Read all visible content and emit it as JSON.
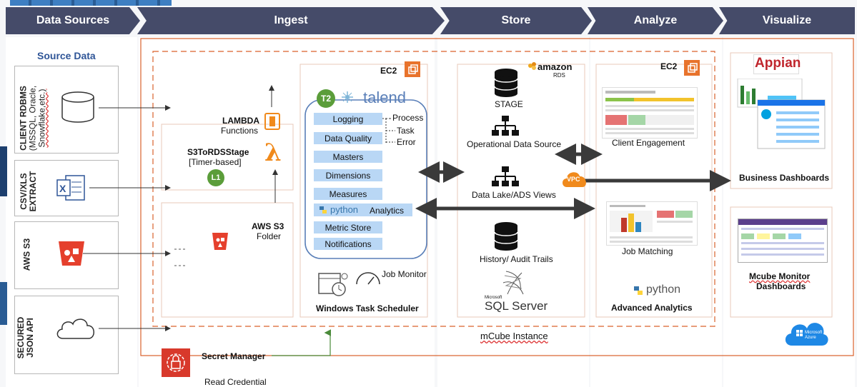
{
  "stages": [
    "Data Sources",
    "Ingest",
    "Store",
    "Analyze",
    "Visualize"
  ],
  "source_heading": "Source Data",
  "sources": [
    {
      "line1": "CLIENT RDBMS",
      "line2": "(MSSQL, Oracle,",
      "line3": "Snowflake,etc.)"
    },
    {
      "line1": "CSV/XLS",
      "line2": "EXTRACT"
    },
    {
      "line1": "AWS S3"
    },
    {
      "line1": "SECURED",
      "line2": "JSON API"
    }
  ],
  "ingest": {
    "lambda_title": "LAMBDA",
    "lambda_sub": "Functions",
    "stage_title": "S3ToRDSStage",
    "stage_sub": "[Timer-based]",
    "l1": "L1",
    "s3_title": "AWS S3",
    "s3_sub": "Folder",
    "ec2": "EC2",
    "t2": "T2",
    "talend": "talend",
    "modules": [
      "Logging",
      "Data Quality",
      "Masters",
      "Dimensions",
      "Measures",
      "Metric Store",
      "Notifications"
    ],
    "analytics_prefix": "python",
    "analytics_label": "Analytics",
    "process_items": [
      "Process",
      "Task",
      "Error"
    ],
    "job_monitor": "Job Monitor",
    "scheduler": "Windows Task Scheduler"
  },
  "store": {
    "amazon": "amazon",
    "rds": "RDS",
    "stage": "STAGE",
    "ods": "Operational Data Source",
    "lake": "Data Lake/ADS Views",
    "history": "History/ Audit Trails",
    "sql_server": "SQL Server",
    "sql_small": "Microsoft",
    "vpc": "VPC"
  },
  "analyze": {
    "ec2": "EC2",
    "client_engagement": "Client Engagement",
    "job_matching": "Job Matching",
    "python_logo": "python",
    "advanced_analytics": "Advanced Analytics"
  },
  "visualize": {
    "appian": "Appian",
    "business_dashboards": "Business Dashboards",
    "mcube_line1": "Mcube Monitor",
    "mcube_line2": "Dashboards",
    "azure_line1": "Microsoft",
    "azure_line2": "Azure"
  },
  "instance_label": "mCube Instance",
  "secret_manager": "Secret Manager",
  "read_credential": "Read Credential",
  "colors": {
    "header": "#454b69",
    "module_blue": "#b9d7f5",
    "orange_border": "#d9622b",
    "aws_red": "#e5402d",
    "lambda_orange": "#f08a1c",
    "talend_blue": "#5a7fb8",
    "arrow_dark": "#3a3a3a",
    "green_badge": "#5b9d3a"
  }
}
